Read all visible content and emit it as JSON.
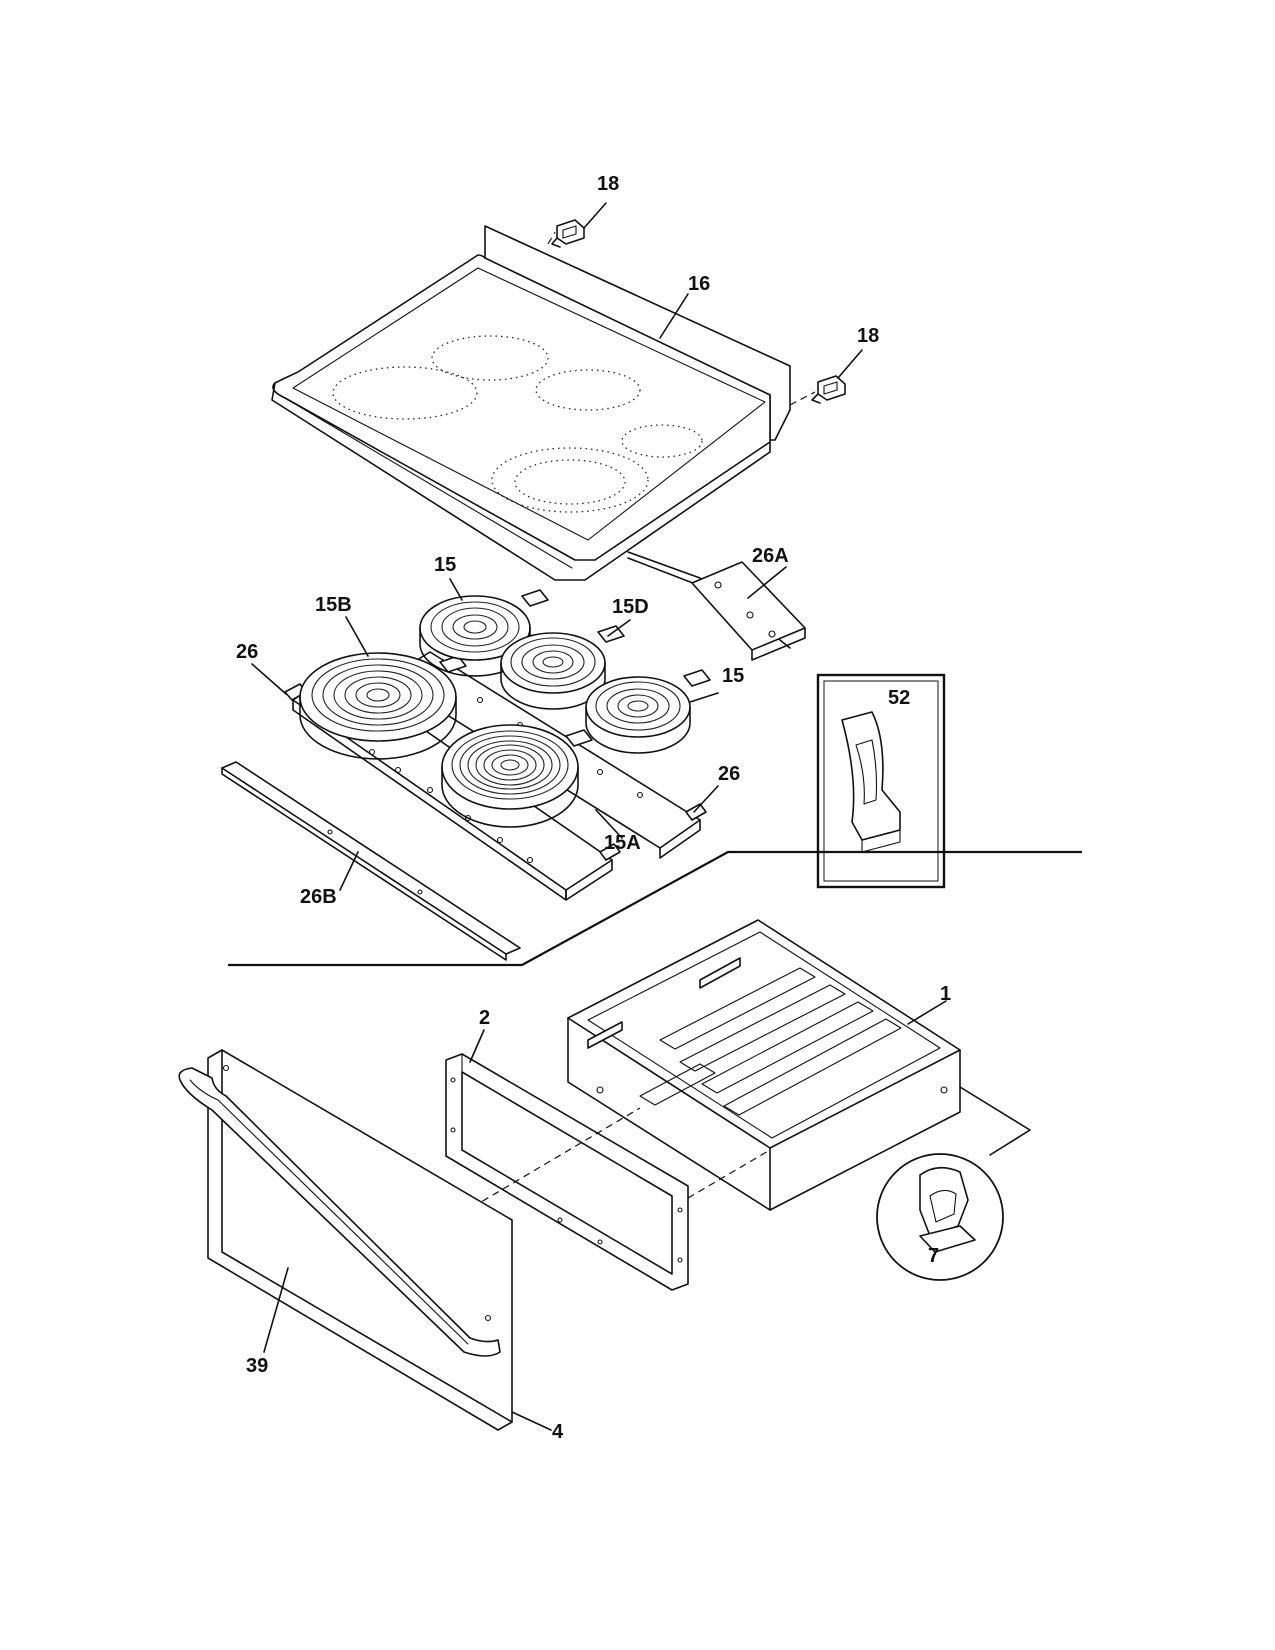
{
  "diagram": {
    "callouts": {
      "c18a": "18",
      "c16": "16",
      "c18b": "18",
      "c26A": "26A",
      "c15a": "15",
      "c15B": "15B",
      "c15D": "15D",
      "c26a": "26",
      "c15b": "15",
      "c52": "52",
      "c26b": "26",
      "c15A": "15A",
      "c26B": "26B",
      "c1": "1",
      "c2": "2",
      "c7": "7",
      "c39": "39",
      "c4": "4"
    }
  }
}
